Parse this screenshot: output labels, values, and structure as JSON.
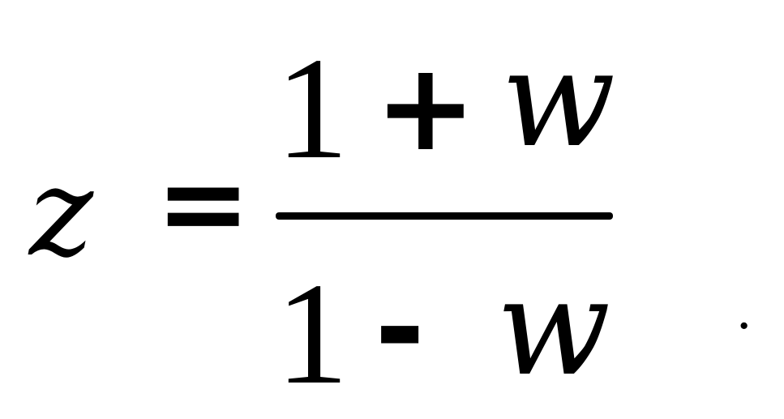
{
  "equation": {
    "lhs": {
      "variable": "z"
    },
    "relation": "=",
    "fraction": {
      "numerator": {
        "constant": "1",
        "operator": "+",
        "variable": "w"
      },
      "denominator": {
        "constant": "1",
        "operator": "-",
        "variable": "w"
      }
    },
    "terminator": "·"
  }
}
